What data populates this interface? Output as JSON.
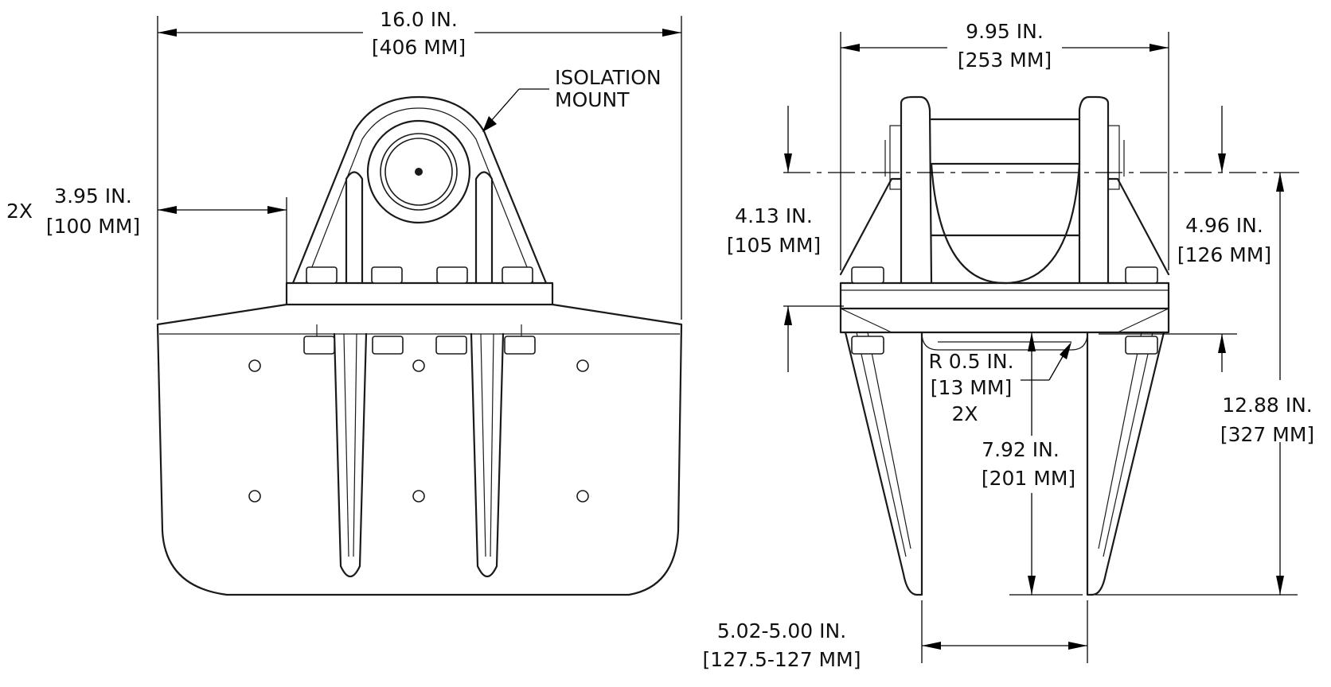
{
  "front_view": {
    "overall_width": {
      "inch": "16.0 IN.",
      "mm": "[406 MM]"
    },
    "inset": {
      "count": "2X",
      "inch": "3.95 IN.",
      "mm": "[100 MM]"
    },
    "callout": {
      "line1": "ISOLATION",
      "line2": "MOUNT"
    }
  },
  "side_view": {
    "overall_width": {
      "inch": "9.95 IN.",
      "mm": "[253 MM]"
    },
    "pivot_height": {
      "inch": "4.13 IN.",
      "mm": "[105 MM]"
    },
    "mount_height": {
      "inch": "4.96 IN.",
      "mm": "[126 MM]"
    },
    "radius": {
      "inch": "R 0.5 IN.",
      "mm": "[13 MM]",
      "count": "2X"
    },
    "gap_depth": {
      "inch": "7.92 IN.",
      "mm": "[201 MM]"
    },
    "overall_height": {
      "inch": "12.88 IN.",
      "mm": "[327 MM]"
    },
    "gap_width": {
      "inch": "5.02-5.00 IN.",
      "mm": "[127.5-127 MM]"
    }
  }
}
